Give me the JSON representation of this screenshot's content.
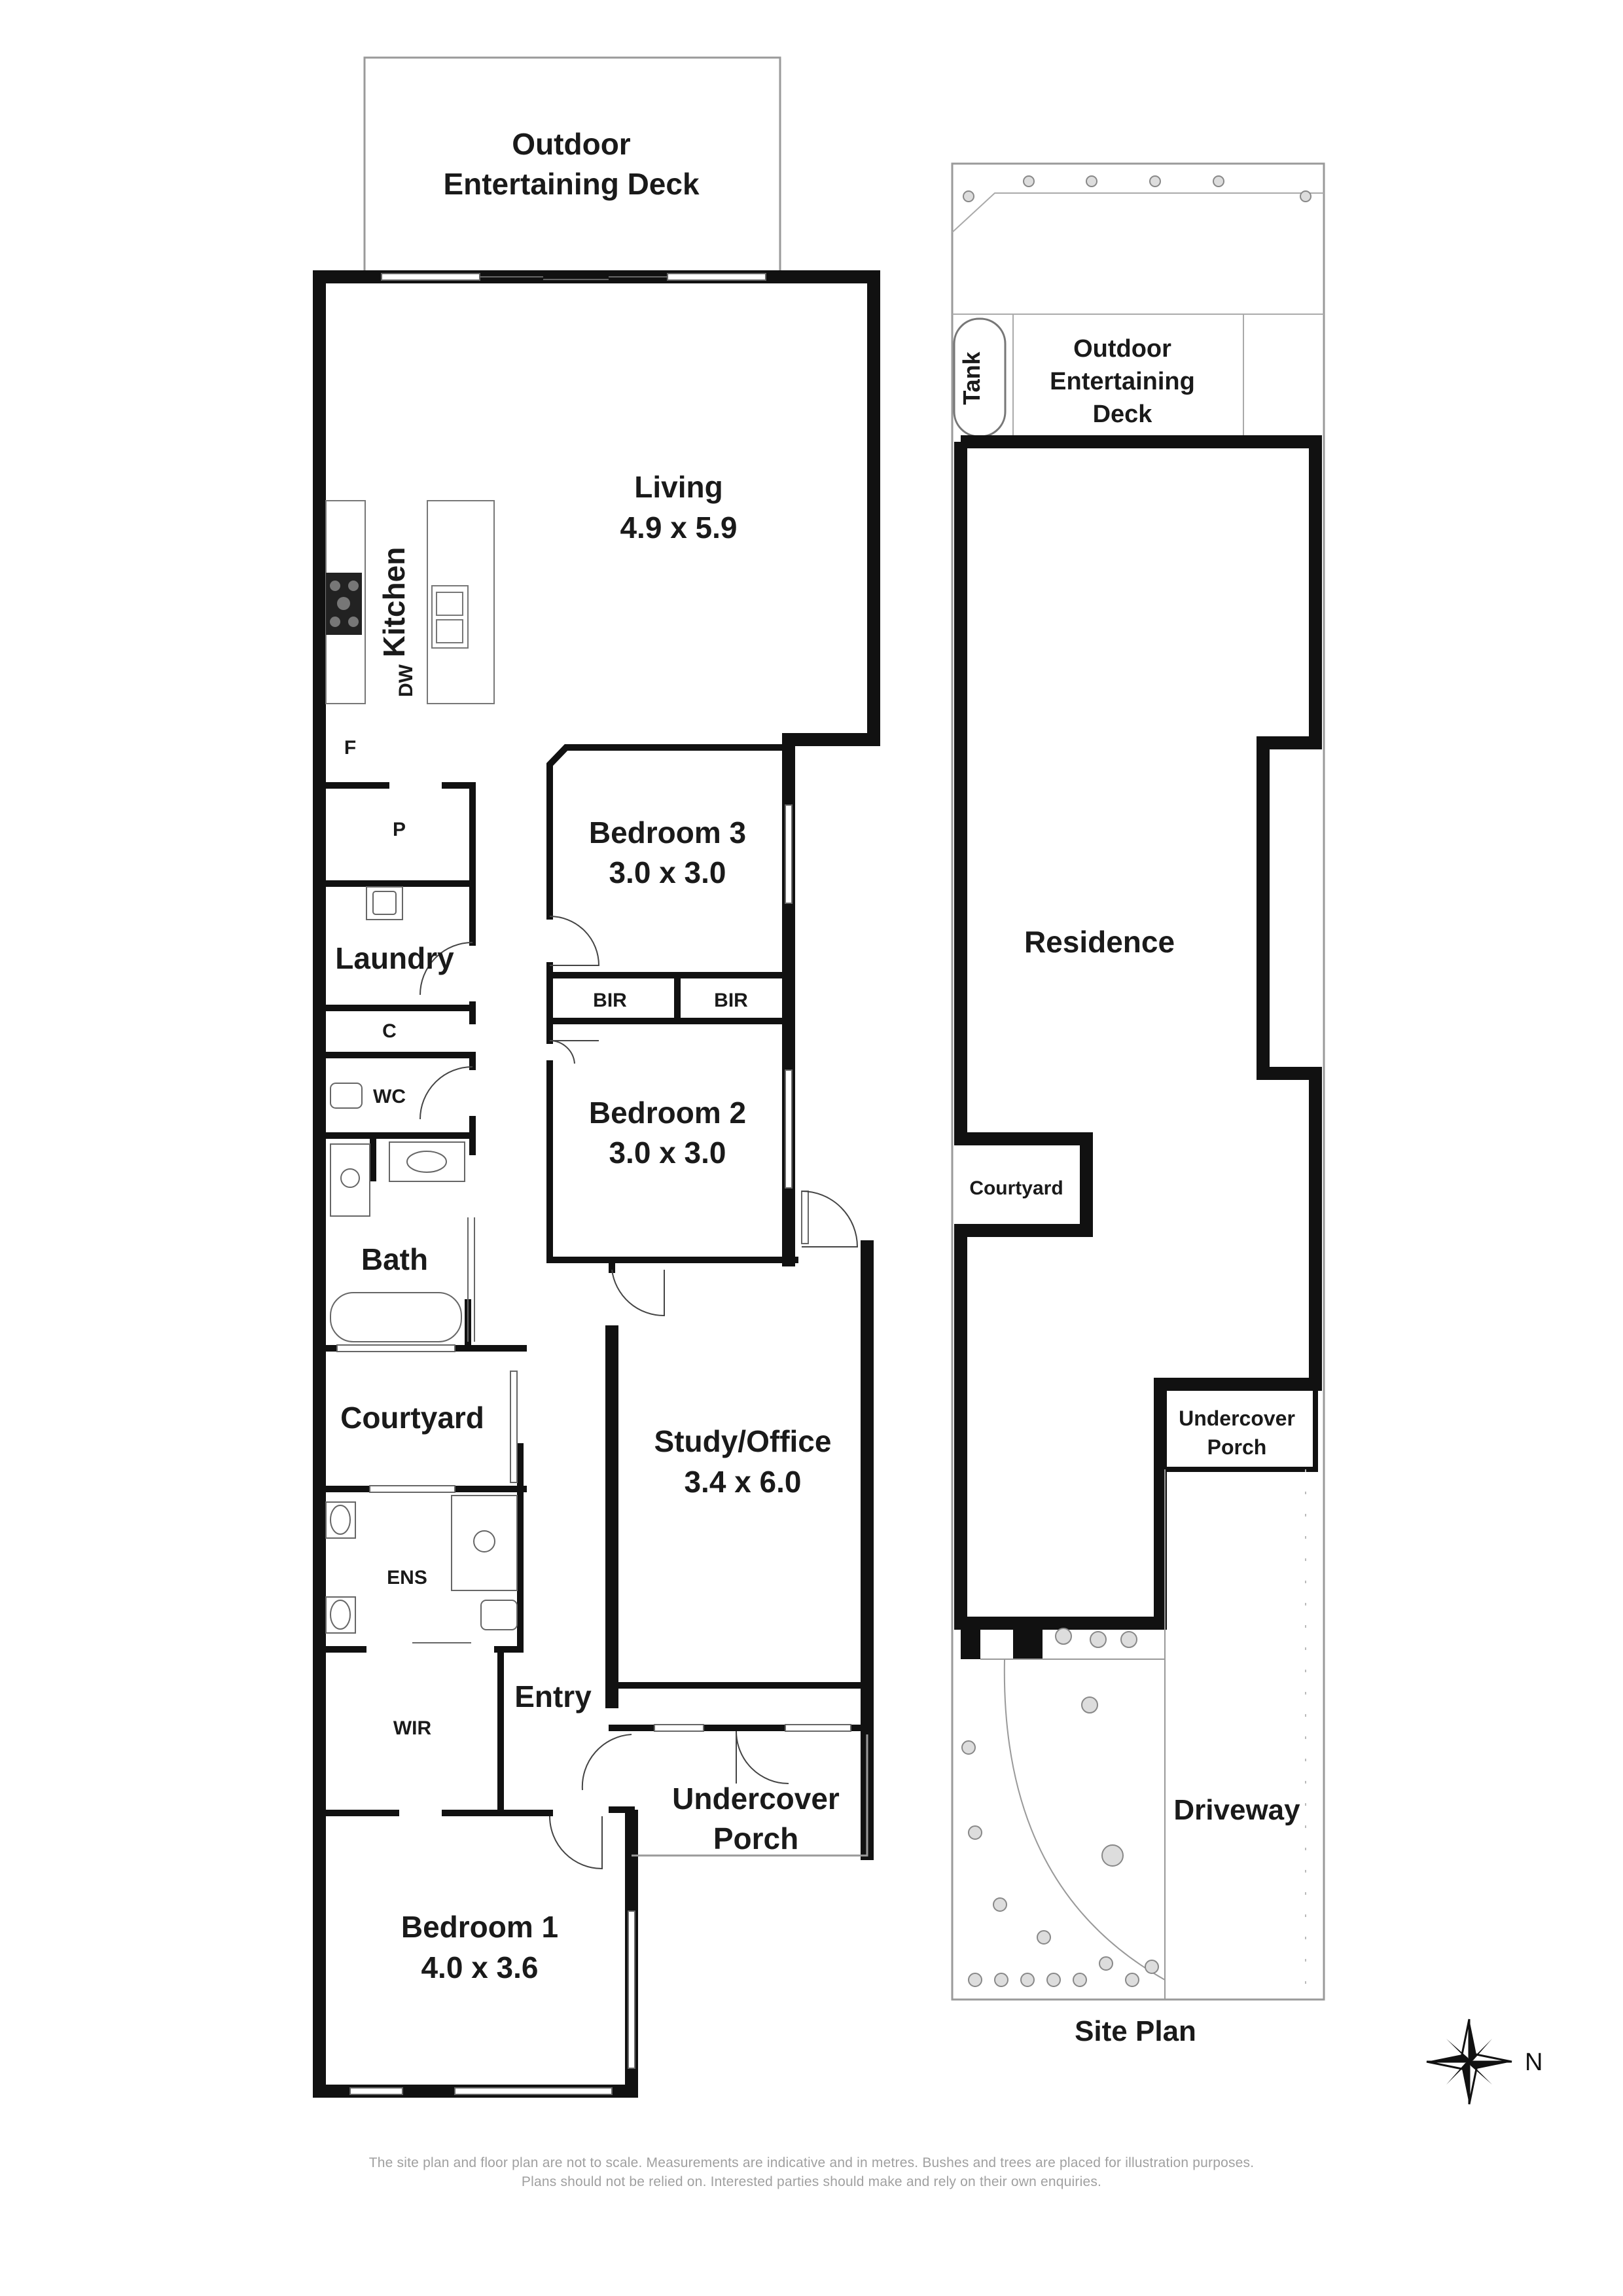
{
  "floor_plan": {
    "rooms": {
      "outdoor_deck": {
        "line1": "Outdoor",
        "line2": "Entertaining Deck"
      },
      "living": {
        "name": "Living",
        "size": "4.9 x 5.9"
      },
      "kitchen": {
        "name": "Kitchen"
      },
      "dw": "DW",
      "fridge": "F",
      "pantry": "P",
      "laundry": "Laundry",
      "linen": "C",
      "wc": "WC",
      "bath": "Bath",
      "courtyard": "Courtyard",
      "ens": "ENS",
      "wir": "WIR",
      "entry": "Entry",
      "bedroom1": {
        "name": "Bedroom 1",
        "size": "4.0 x 3.6"
      },
      "bedroom2": {
        "name": "Bedroom 2",
        "size": "3.0 x 3.0"
      },
      "bedroom3": {
        "name": "Bedroom 3",
        "size": "3.0 x 3.0"
      },
      "bir_left": "BIR",
      "bir_right": "BIR",
      "study": {
        "name": "Study/Office",
        "size": "3.4 x 6.0"
      },
      "porch": {
        "line1": "Undercover",
        "line2": "Porch"
      }
    }
  },
  "site_plan": {
    "title": "Site Plan",
    "tank": "Tank",
    "deck": {
      "line1": "Outdoor",
      "line2": "Entertaining",
      "line3": "Deck"
    },
    "residence": "Residence",
    "courtyard": "Courtyard",
    "porch": {
      "line1": "Undercover",
      "line2": "Porch"
    },
    "driveway": "Driveway"
  },
  "compass": {
    "label": "N",
    "icon": "compass-rose-icon"
  },
  "disclaimer": {
    "line1": "The site plan and floor plan are not to scale. Measurements are indicative and in metres. Bushes and trees are placed for illustration purposes.",
    "line2": "Plans should not be relied on. Interested parties should make and rely on their own enquiries."
  },
  "colors": {
    "wall": "#111111",
    "fixture": "#333333",
    "text": "#1a1a1a",
    "disclaimer": "#a0a0a0"
  }
}
